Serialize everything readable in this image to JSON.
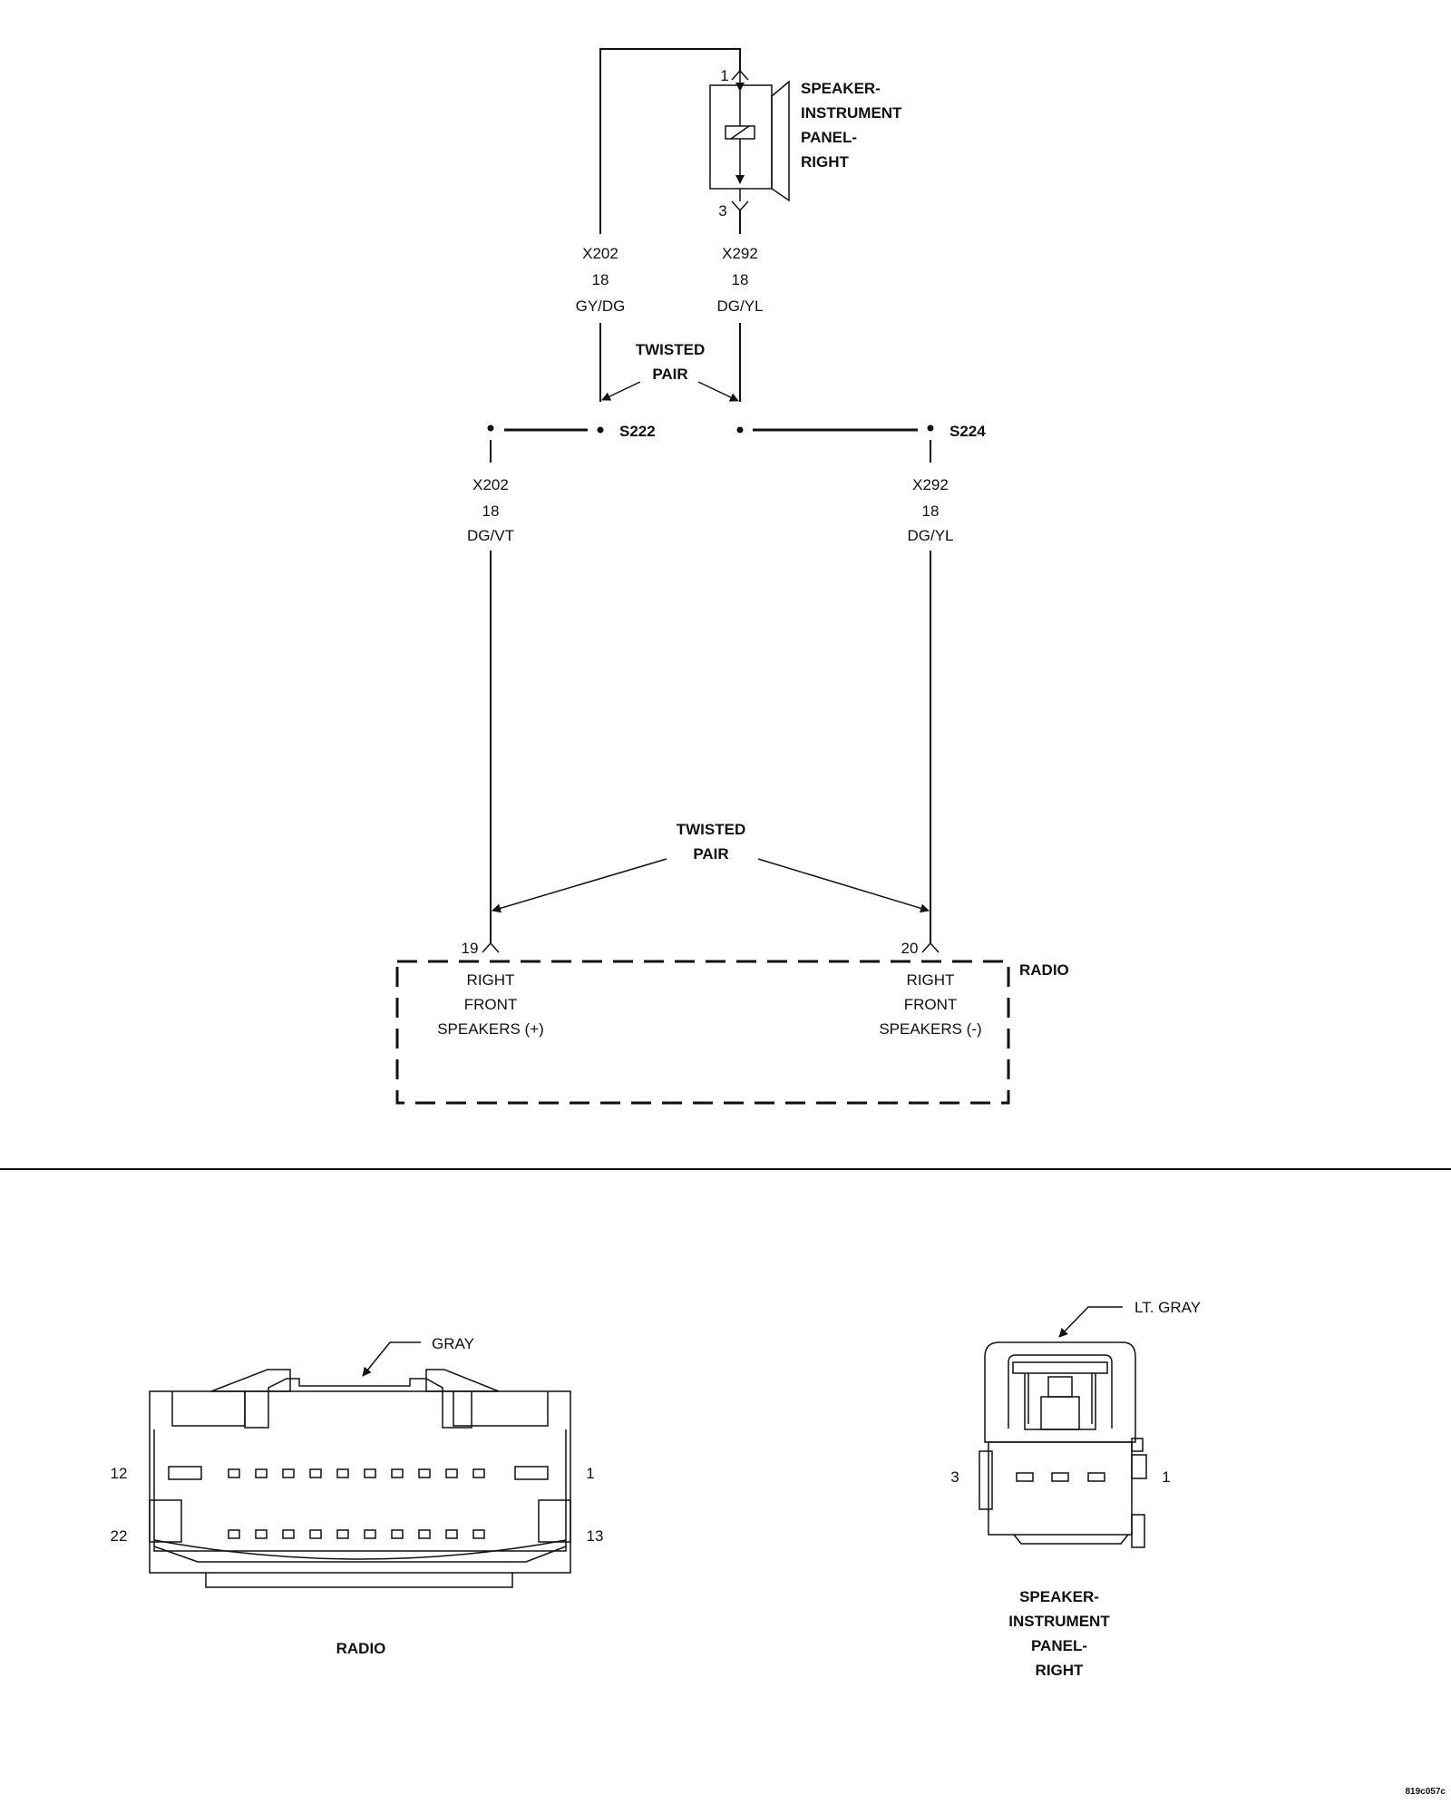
{
  "speaker_component": {
    "label_lines": [
      "SPEAKER-",
      "INSTRUMENT",
      "PANEL-",
      "RIGHT"
    ],
    "pin_top": "1",
    "pin_bottom": "3"
  },
  "upper_wires": {
    "left": {
      "circuit": "X202",
      "gauge": "18",
      "color": "GY/DG"
    },
    "right": {
      "circuit": "X292",
      "gauge": "18",
      "color": "DG/YL"
    }
  },
  "twisted_pair_top": {
    "line1": "TWISTED",
    "line2": "PAIR"
  },
  "splices": {
    "left": "S222",
    "right": "S224"
  },
  "lower_wires": {
    "left": {
      "circuit": "X202",
      "gauge": "18",
      "color": "DG/VT"
    },
    "right": {
      "circuit": "X292",
      "gauge": "18",
      "color": "DG/YL"
    }
  },
  "twisted_pair_bottom": {
    "line1": "TWISTED",
    "line2": "PAIR"
  },
  "radio_module": {
    "label": "RADIO",
    "pin_left": "19",
    "pin_right": "20",
    "left_function": [
      "RIGHT",
      "FRONT",
      "SPEAKERS (+)"
    ],
    "right_function": [
      "RIGHT",
      "FRONT",
      "SPEAKERS (-)"
    ]
  },
  "radio_connector": {
    "color_label": "GRAY",
    "pin_top_left": "12",
    "pin_top_right": "1",
    "pin_bottom_left": "22",
    "pin_bottom_right": "13",
    "caption": "RADIO"
  },
  "speaker_connector": {
    "color_label": "LT. GRAY",
    "pin_left": "3",
    "pin_right": "1",
    "caption_lines": [
      "SPEAKER-",
      "INSTRUMENT",
      "PANEL-",
      "RIGHT"
    ]
  },
  "figure_code": "819c057c"
}
